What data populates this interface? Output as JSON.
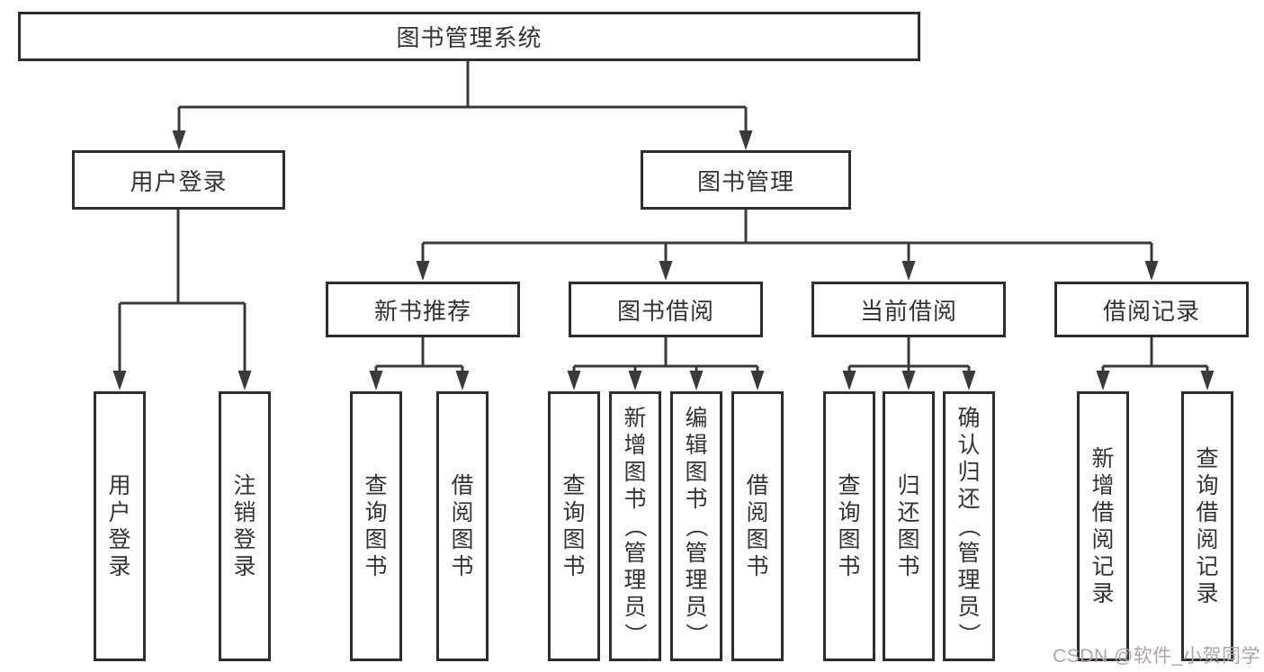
{
  "title_box": "图书管理系统",
  "user_login_branch": {
    "label": "用户登录",
    "children": [
      "用户登录",
      "注销登录"
    ]
  },
  "book_mgmt_branch": {
    "label": "图书管理",
    "modules": [
      {
        "label": "新书推荐",
        "children": [
          "查询图书",
          "借阅图书"
        ]
      },
      {
        "label": "图书借阅",
        "children": [
          "查询图书",
          "新增图书（管理员）",
          "编辑图书（管理员）",
          "借阅图书"
        ]
      },
      {
        "label": "当前借阅",
        "children": [
          "查询图书",
          "归还图书",
          "确认归还（管理员）"
        ]
      },
      {
        "label": "借阅记录",
        "children": [
          "新增借阅记录",
          "查询借阅记录"
        ]
      }
    ]
  },
  "watermark": "CSDN @软件_小贺同学",
  "colors": {
    "line": "#3a3a3a",
    "border": "#2e2e2e",
    "text": "#333333",
    "watermark": "#ada6a6",
    "background": "#ffffff"
  }
}
